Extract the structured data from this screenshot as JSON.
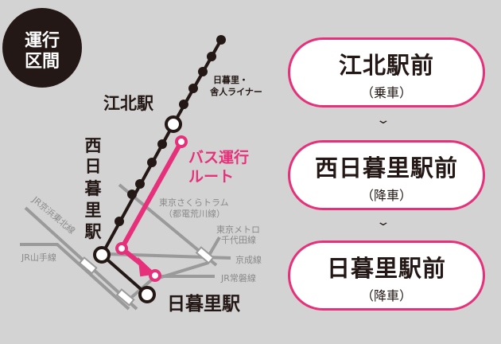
{
  "badge": {
    "line1": "運行",
    "line2": "区間"
  },
  "map": {
    "liner_label_1": "日暮里・",
    "liner_label_2": "舎人ライナー",
    "station_kohoku": "江北駅",
    "station_nishi_nippori": [
      "西",
      "日",
      "暮",
      "里",
      "駅"
    ],
    "station_nippori": "日暮里駅",
    "bus_route_1": "バス運行",
    "bus_route_2": "ルート",
    "sakura_tram_1": "東京さくらトラム",
    "sakura_tram_2": "（都電荒川線）",
    "chiyoda_1": "東京メトロ",
    "chiyoda_2": "千代田線",
    "keisei": "京成線",
    "joban": "JR常磐線",
    "keihin_tohoku": "JR京浜東北線",
    "yamanote": "JR山手線"
  },
  "stops": [
    {
      "name": "江北駅前",
      "note": "（乗車）"
    },
    {
      "name": "西日暮里駅前",
      "note": "（降車）"
    },
    {
      "name": "日暮里駅前",
      "note": "（降車）"
    }
  ],
  "colors": {
    "accent": "#e6317a",
    "dark": "#231815",
    "grey_line": "#9a9a9a"
  }
}
